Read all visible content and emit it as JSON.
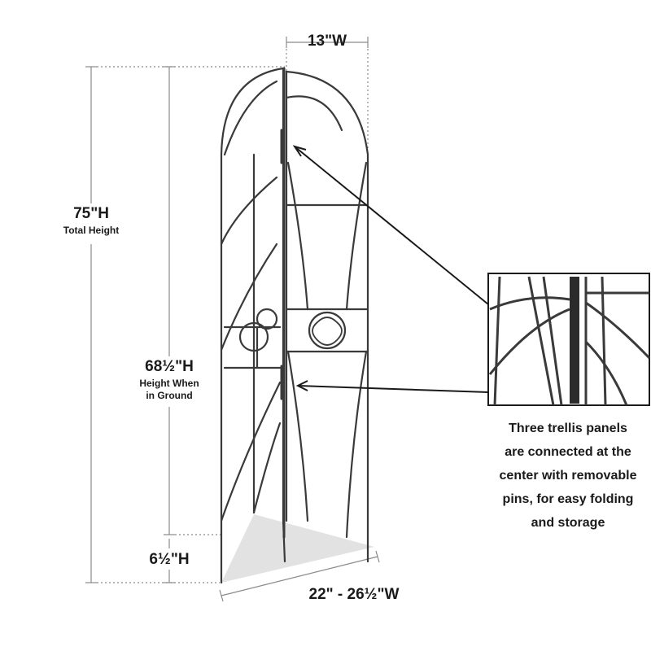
{
  "dimensions": {
    "width_top": "13\"W",
    "total_height": "75\"H",
    "total_height_caption": "Total Height",
    "ground_height": "68½\"H",
    "ground_height_caption": [
      "Height When",
      "in Ground"
    ],
    "stake_height": "6½\"H",
    "base_width": "22\" - 26½\"W"
  },
  "callout": {
    "lines": [
      "Three trellis panels",
      "are connected at the",
      "center with removable",
      "pins, for easy folding",
      "and storage"
    ]
  },
  "colors": {
    "ink": "#1a1a1a",
    "metal": "#3a3a3a",
    "dim_line": "#8a8a8a",
    "ground_shadow": "#e2e2e2"
  },
  "icons": [
    "trellis-illustration",
    "hinge-detail-inset"
  ]
}
